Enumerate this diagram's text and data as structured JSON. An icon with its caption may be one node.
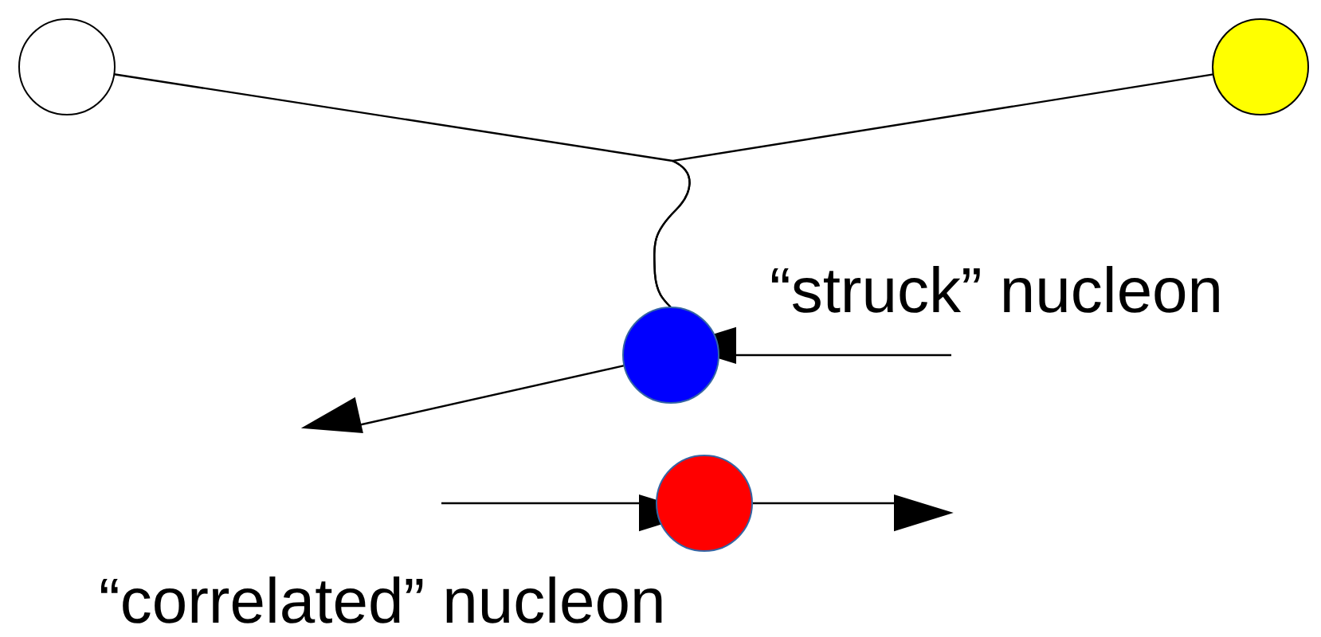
{
  "diagram": {
    "nodes": [
      {
        "text": [],
        "shape": "circle"
      },
      {
        "text": [],
        "shape": "circle"
      },
      {
        "text": [],
        "shape": "circle",
        "beside": [
          "“struck” nucleon"
        ]
      },
      {
        "text": [],
        "shape": "circle",
        "beside": [
          "“correlated” nucleon"
        ]
      }
    ],
    "edges": [
      {
        "from": 0,
        "to": 2,
        "arrow": "none"
      },
      {
        "from": 1,
        "to": 2,
        "arrow": "none"
      },
      {
        "from": null,
        "to": 2,
        "arrow": "to"
      },
      {
        "from": 2,
        "to": null,
        "arrow": "to"
      },
      {
        "from": null,
        "to": 3,
        "arrow": "to"
      },
      {
        "from": 3,
        "to": null,
        "arrow": "to"
      }
    ]
  }
}
